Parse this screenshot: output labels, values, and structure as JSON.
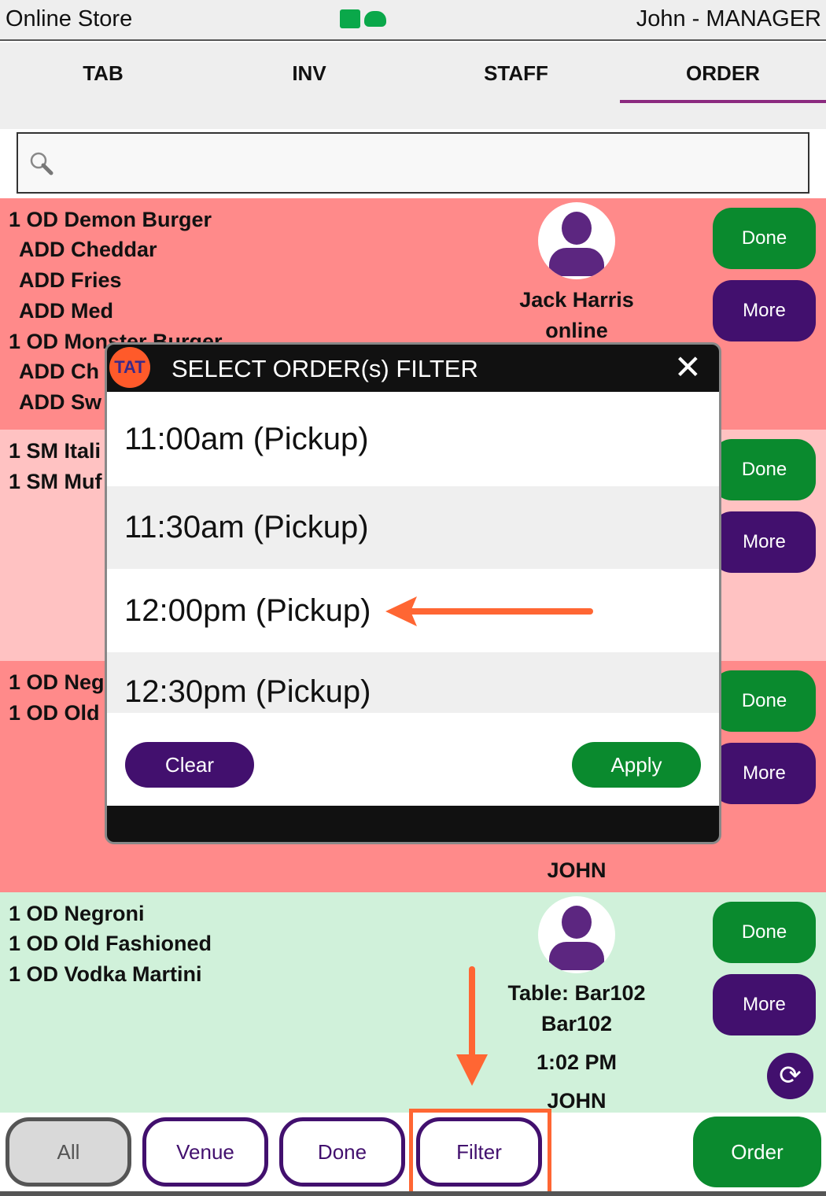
{
  "header": {
    "title": "Online Store",
    "user": "John - MANAGER",
    "status_icons": [
      "printer-icon",
      "cloud-icon"
    ]
  },
  "tabs": [
    {
      "label": "TAB"
    },
    {
      "label": "INV"
    },
    {
      "label": "STAFF"
    },
    {
      "label": "ORDER",
      "active": true
    }
  ],
  "search": {
    "placeholder": ""
  },
  "orders": [
    {
      "items": [
        "1 OD Demon Burger",
        "ADD Cheddar",
        "ADD Fries",
        "ADD Med",
        "1 OD Monster Burger",
        "ADD Ch",
        "ADD Sw"
      ],
      "customer": "Jack Harris",
      "status": "online",
      "done": "Done",
      "more": "More",
      "color": "#ff8a8a"
    },
    {
      "items": [
        "1 SM Itali",
        "1 SM Muf"
      ],
      "done": "Done",
      "more": "More",
      "color": "#ffc2c2"
    },
    {
      "items": [
        "1 OD Neg",
        "1 OD Old"
      ],
      "staff": "JOHN",
      "done": "Done",
      "more": "More",
      "color": "#ff8a8a"
    },
    {
      "items": [
        "1 OD Negroni",
        "1 OD Old Fashioned",
        "1 OD Vodka Martini"
      ],
      "table": "Table: Bar102",
      "location": "Bar102",
      "time": "1:02 PM",
      "staff": "JOHN",
      "done": "Done",
      "more": "More",
      "color": "#d0f1da"
    }
  ],
  "modal": {
    "title": "SELECT ORDER(s) FILTER",
    "logo": "TAT",
    "options": [
      "11:00am (Pickup)",
      "11:30am (Pickup)",
      "12:00pm (Pickup)",
      "12:30pm (Pickup)"
    ],
    "clear": "Clear",
    "apply": "Apply"
  },
  "bottom": {
    "all": "All",
    "venue": "Venue",
    "done": "Done",
    "filter": "Filter",
    "order": "Order"
  },
  "colors": {
    "accent": "#ff6633",
    "green": "#0a8a2e",
    "purple": "#42106e"
  }
}
